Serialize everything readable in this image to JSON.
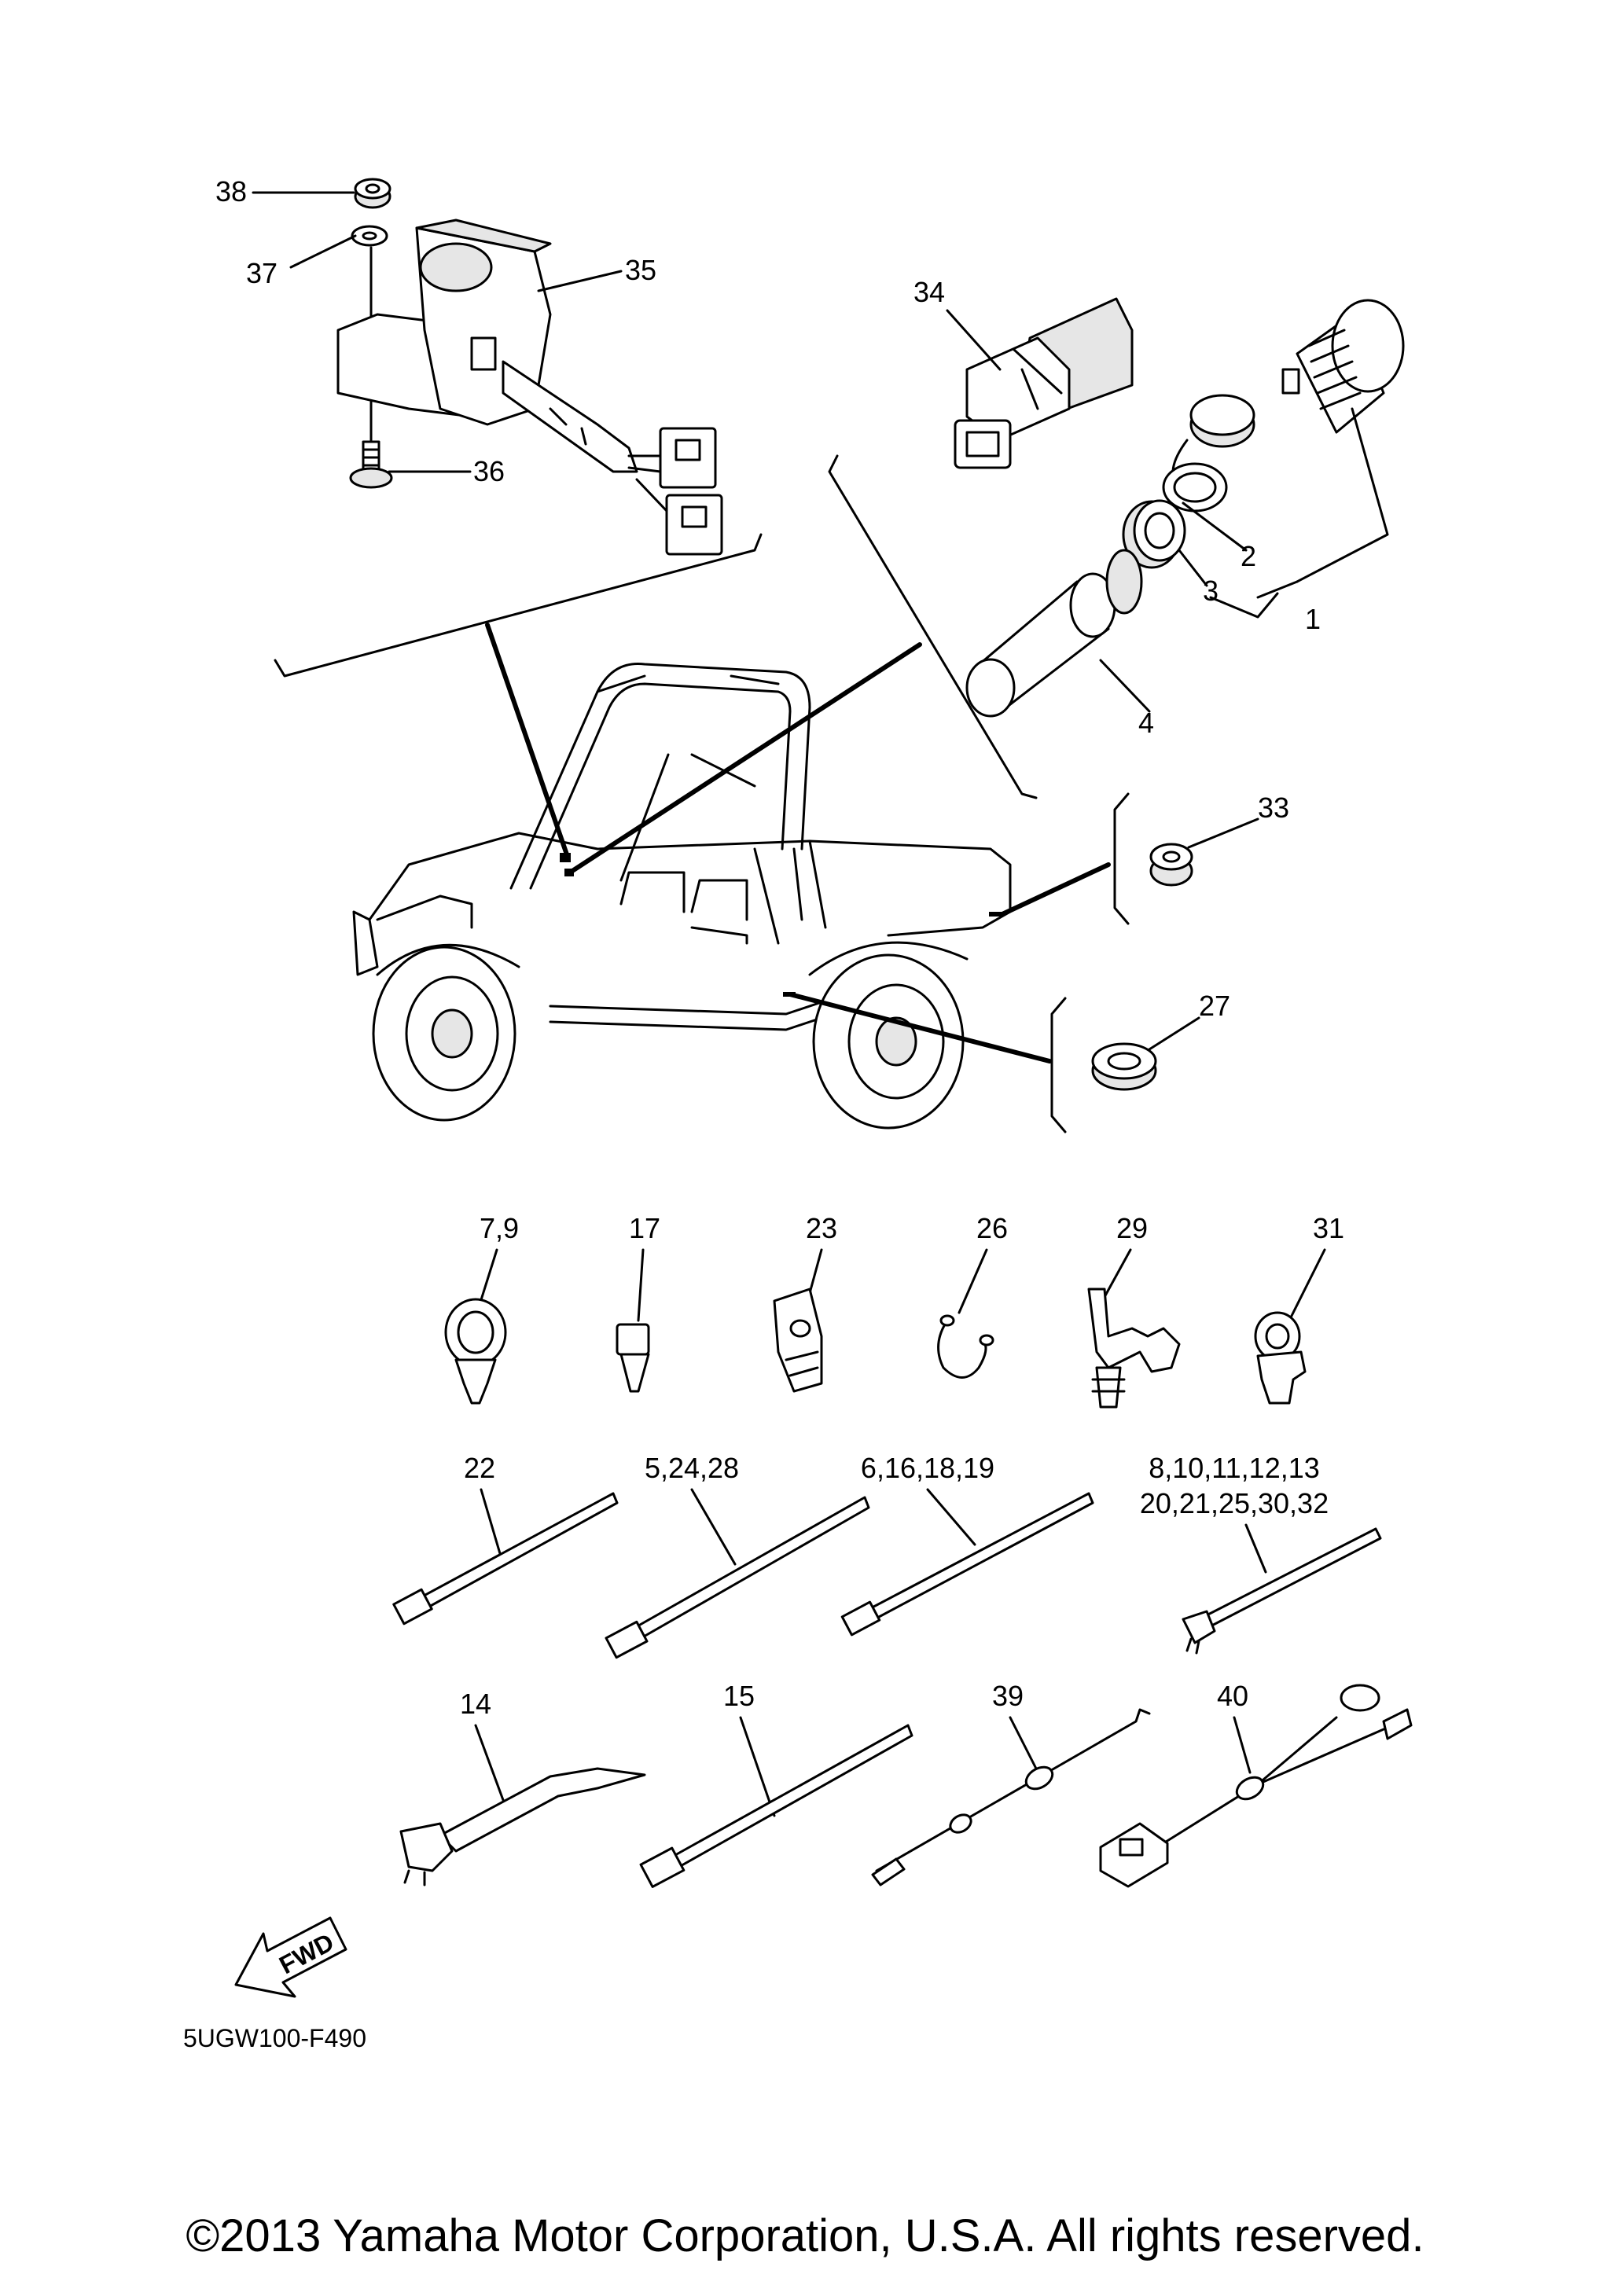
{
  "diagram_code": "5UGW100-F490",
  "copyright": "©2013 Yamaha Motor Corporation, U.S.A. All rights reserved.",
  "fwd_label": "FWD",
  "callouts": {
    "c1": "1",
    "c2": "2",
    "c3": "3",
    "c4": "4",
    "c27": "27",
    "c33": "33",
    "c34": "34",
    "c35": "35",
    "c36": "36",
    "c37": "37",
    "c38": "38",
    "c7_9": "7,9",
    "c17": "17",
    "c23": "23",
    "c26": "26",
    "c29": "29",
    "c31": "31",
    "c22": "22",
    "c5_24_28": "5,24,28",
    "c6_16_18_19": "6,16,18,19",
    "c8_13": "8,10,11,12,13",
    "c20_32": "20,21,25,30,32",
    "c14": "14",
    "c15": "15",
    "c39": "39",
    "c40": "40"
  }
}
